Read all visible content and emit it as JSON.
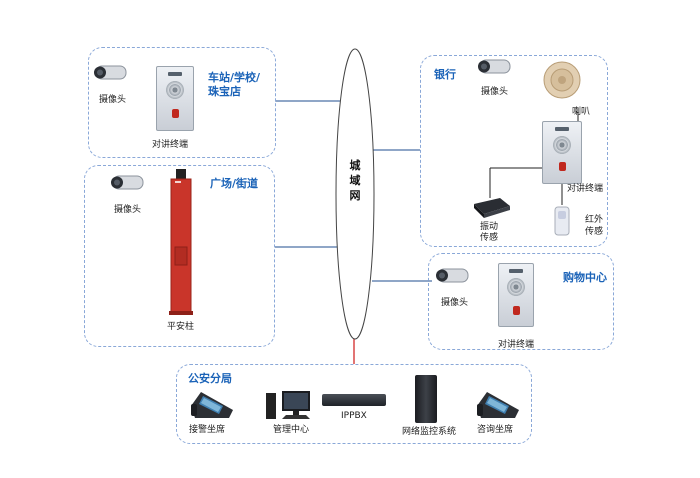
{
  "network": {
    "label": "城\n域\n网"
  },
  "groups": {
    "station": {
      "title_line1": "车站/学校/",
      "title_line2": "珠宝店",
      "camera_label": "摄像头",
      "intercom_label": "对讲终端"
    },
    "square": {
      "title": "广场/街道",
      "camera_label": "摄像头",
      "pillar_label": "平安柱"
    },
    "bank": {
      "title": "银行",
      "camera_label": "摄像头",
      "horn_label": "喇叭",
      "intercom_label": "对讲终端",
      "vibration_label_line1": "振动",
      "vibration_label_line2": "传感",
      "infrared_label_line1": "红外",
      "infrared_label_line2": "传感"
    },
    "mall": {
      "title": "购物中心",
      "camera_label": "摄像头",
      "intercom_label": "对讲终端"
    },
    "police": {
      "title": "公安分局",
      "reception_label": "接警坐席",
      "management_label": "管理中心",
      "ippbx_label": "IPPBX",
      "monitor_label": "网络监控系统",
      "consult_label": "咨询坐席"
    }
  },
  "colors": {
    "title_blue": "#1b63b8",
    "line_blue": "#1f4e8f",
    "uplink_red": "#d22a2a",
    "group_border": "#8aa8d8",
    "pillar_red": "#c9352a"
  }
}
